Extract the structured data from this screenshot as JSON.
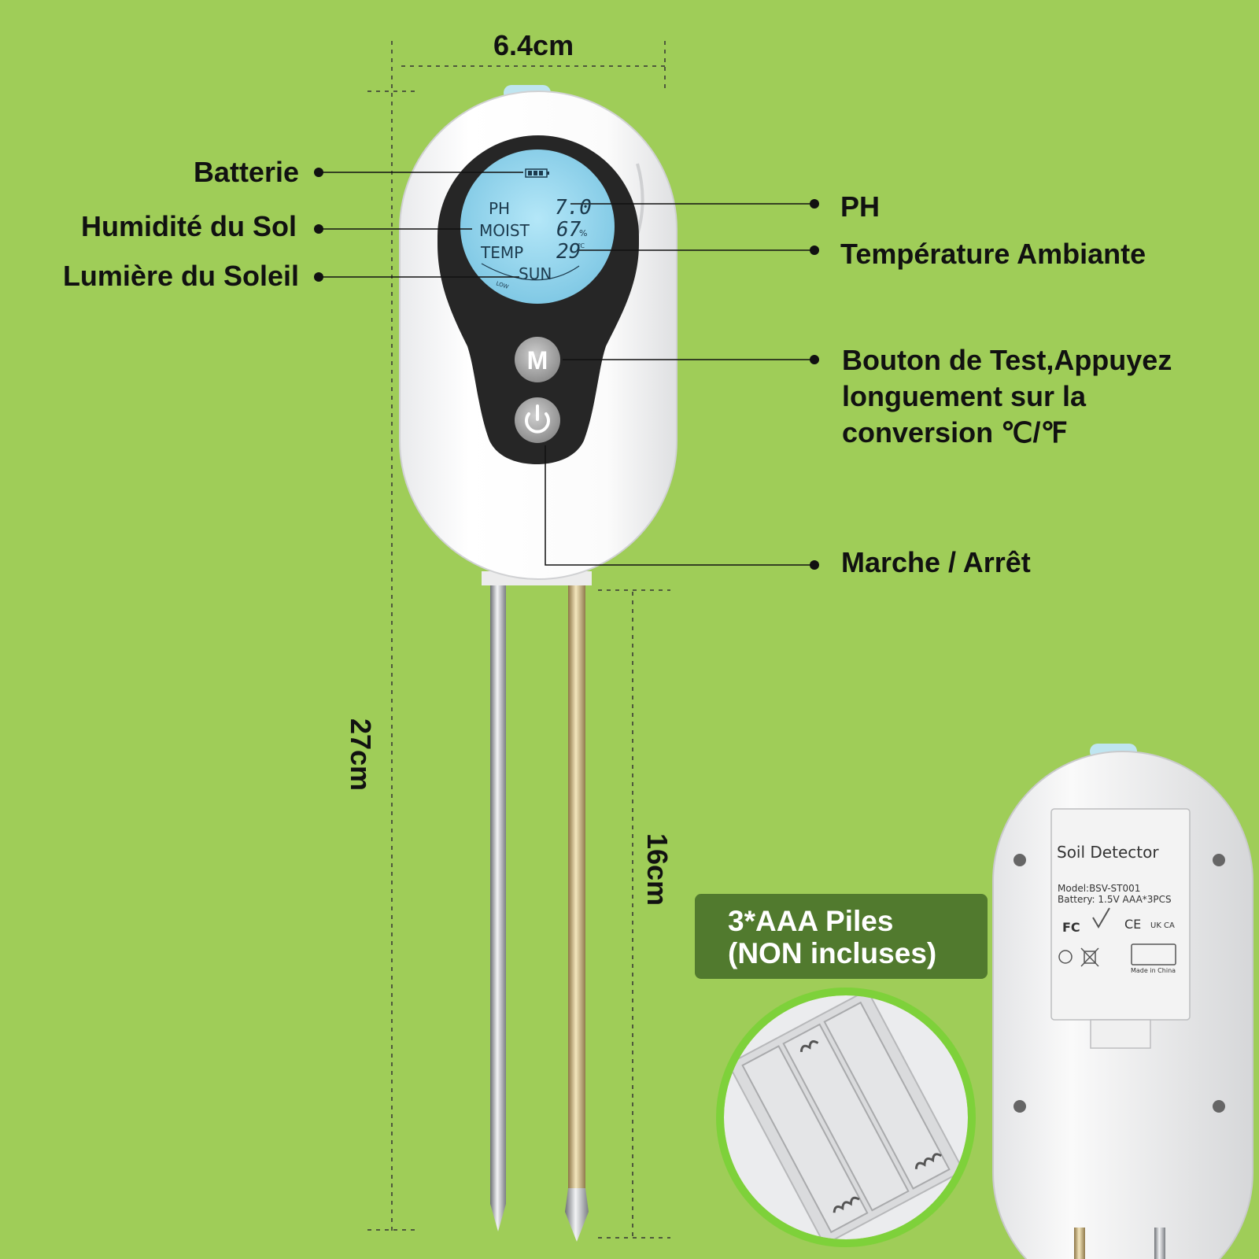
{
  "dimensions": {
    "width": "6.4cm",
    "total_length": "27cm",
    "probe_length": "16cm"
  },
  "callouts": {
    "battery": "Batterie",
    "soil_moisture": "Humidité du Sol",
    "sunlight": "Lumière du Soleil",
    "ph": "PH",
    "ambient_temp": "Température Ambiante",
    "test_button": [
      "Bouton de Test,Appuyez",
      "longuement sur la",
      "conversion ℃/℉"
    ],
    "power": "Marche / Arrêt"
  },
  "lcd": {
    "ph_label": "PH",
    "ph_value": "7.0",
    "moist_label": "MOIST",
    "moist_value": "67",
    "moist_unit": "%",
    "temp_label": "TEMP",
    "temp_value": "29",
    "temp_unit": "℃",
    "sun_label": "SUN",
    "sun_scale": "LOW"
  },
  "buttons": {
    "mode_label": "M"
  },
  "battery_badge": [
    "3*AAA Piles",
    "(NON incluses)"
  ],
  "back_label": {
    "title": "Soil Detector",
    "model": "Model:BSV-ST001",
    "battery": "Battery: 1.5V AAA*3PCS",
    "certs": [
      "FC",
      "CE",
      "UK CA"
    ],
    "origin": "Made in China"
  },
  "colors": {
    "background": "#9fcd58",
    "badge": "#517a2e",
    "lcd": "#8fd0ea",
    "face": "#262626",
    "ring": "#7ed13a"
  }
}
